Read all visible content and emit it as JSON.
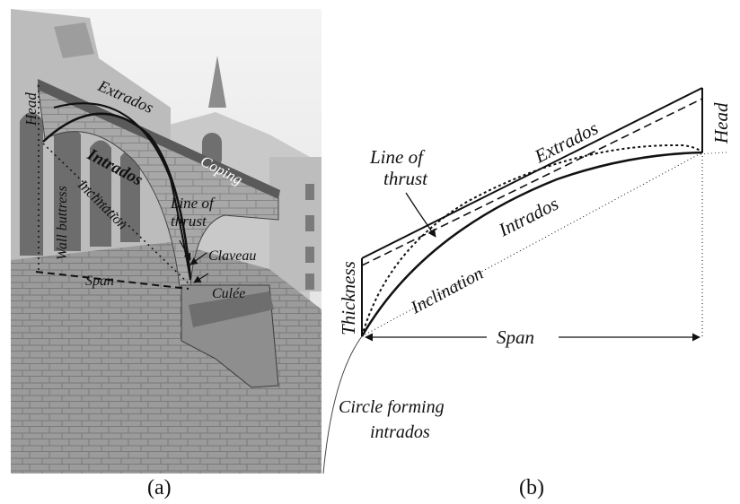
{
  "panel_a": {
    "caption": "(a)",
    "labels": {
      "head": "Head",
      "extrados": "Extrados",
      "coping": "Coping",
      "intrados": "Intrados",
      "inclination": "Inclination",
      "wall_buttress": "Wall buttress",
      "line_of_thrust": [
        "Line of",
        "thrust"
      ],
      "claveau": "Claveau",
      "span": "Span",
      "culee": "Culée"
    }
  },
  "panel_b": {
    "caption": "(b)",
    "labels": {
      "line_of_thrust": [
        "Line of",
        "thrust"
      ],
      "extrados": "Extrados",
      "head": "Head",
      "intrados": "Intrados",
      "inclination": "Inclination",
      "thickness": "Thickness",
      "span": "Span",
      "circle_forming_intrados": [
        "Circle forming",
        "intrados"
      ]
    }
  }
}
